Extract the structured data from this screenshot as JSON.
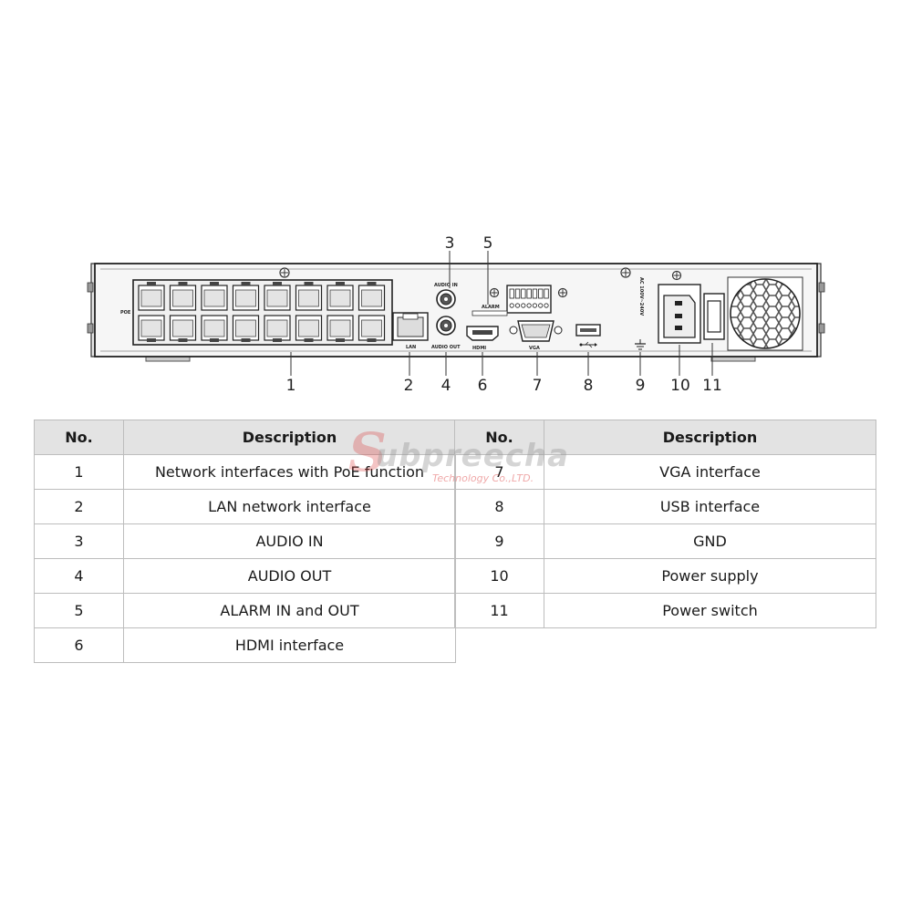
{
  "diagram": {
    "labels": {
      "poe": "POE",
      "audio_in": "AUDIO IN",
      "audio_out": "AUDIO OUT",
      "alarm": "ALARM",
      "lan": "LAN",
      "hdmi": "HDMI",
      "vga": "VGA",
      "power_rating": "AC 100V~240V"
    },
    "callouts": [
      "1",
      "2",
      "3",
      "4",
      "5",
      "6",
      "7",
      "8",
      "9",
      "10",
      "11"
    ]
  },
  "table": {
    "headers": {
      "no": "No.",
      "description": "Description"
    },
    "left_rows": [
      {
        "no": "1",
        "description": "Network interfaces with PoE function"
      },
      {
        "no": "2",
        "description": "LAN network interface"
      },
      {
        "no": "3",
        "description": "AUDIO IN"
      },
      {
        "no": "4",
        "description": "AUDIO OUT"
      },
      {
        "no": "5",
        "description": "ALARM IN and OUT"
      },
      {
        "no": "6",
        "description": "HDMI interface"
      }
    ],
    "right_rows": [
      {
        "no": "7",
        "description": "VGA interface"
      },
      {
        "no": "8",
        "description": "USB interface"
      },
      {
        "no": "9",
        "description": "GND"
      },
      {
        "no": "10",
        "description": "Power supply"
      },
      {
        "no": "11",
        "description": "Power switch"
      }
    ]
  },
  "watermark": {
    "initial": "S",
    "brand": "ubpreecha",
    "company": "Technology Co.,LTD."
  }
}
